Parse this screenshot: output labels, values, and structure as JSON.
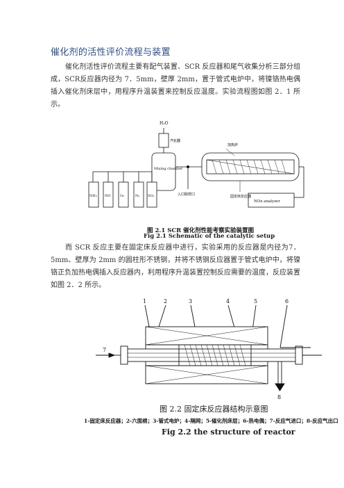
{
  "heading": "催化剂的活性评价流程与装置",
  "paragraph1": "催化剂活性评价流程主要有配气装置、SCR 反应器和尾气收集分析三部分组成，SCR反应器内径为 7．5mm，壁厚 2mm，置于管式电炉中，将镍铬热电偶插入催化剂床层中，用程序升温装置来控制反应温度。实验流程图如图 2．1 所示。",
  "figure1": {
    "labels": {
      "h2o": "H₂O",
      "vaporizer": "汽化器",
      "mixing": "Mixing chamber",
      "furnace": "加热炉",
      "reactor": "固定床反应器",
      "sampling": "入口取样口",
      "analyzer": "NOx analyzer",
      "gases": [
        "NH₃",
        "NO",
        "O₂",
        "N₂",
        "SO₂"
      ]
    },
    "caption_cn": "图 2.1 SCR 催化剂性能考察实验装置图",
    "caption_en": "Fig 2.1 Schematic of the catalytic setup"
  },
  "paragraph2": "而 SCR 反应主要在固定床反应器中进行，实验采用的反应器是内径为7．5mm、壁厚为 2mm 的圆柱形不锈钢，并将不锈钢反应器置于管式电炉中，将镍铬正负加热电偶插入反应器内，利用程序升温装置控制反应需要的温度，反应装置如图 2．2 所示。",
  "figure2": {
    "numbers": [
      "1",
      "2",
      "3",
      "4",
      "5",
      "6",
      "7",
      "8"
    ],
    "caption_cn": "图 2.2 固定床反应器结构示意图",
    "legend": "1-固定床反应器；2-六面棉；3-管式电炉；4-隔网；5-催化剂床层；6-热电偶；7-反应气进口；8-反应气出口",
    "caption_en": "Fig 2.2 the structure of reactor"
  }
}
